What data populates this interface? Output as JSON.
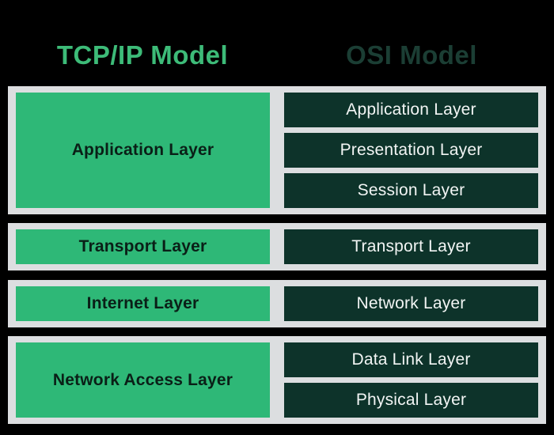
{
  "header": {
    "tcpip_title": "TCP/IP Model",
    "osi_title": "OSI Model"
  },
  "groups": [
    {
      "tcpip": "Application Layer",
      "osi": [
        "Application Layer",
        "Presentation Layer",
        "Session Layer"
      ]
    },
    {
      "tcpip": "Transport Layer",
      "osi": [
        "Transport Layer"
      ]
    },
    {
      "tcpip": "Internet Layer",
      "osi": [
        "Network Layer"
      ]
    },
    {
      "tcpip": "Network Access Layer",
      "osi": [
        "Data Link Layer",
        "Physical Layer"
      ]
    }
  ],
  "colors": {
    "background": "#000000",
    "panel": "#dcdee0",
    "tcpip_box": "#2eb877",
    "osi_box": "#0d332a",
    "tcpip_title": "#3dbb78",
    "osi_title": "#1b3e34",
    "tcpip_text": "#0a1f17",
    "osi_text": "#f2f5f4"
  }
}
